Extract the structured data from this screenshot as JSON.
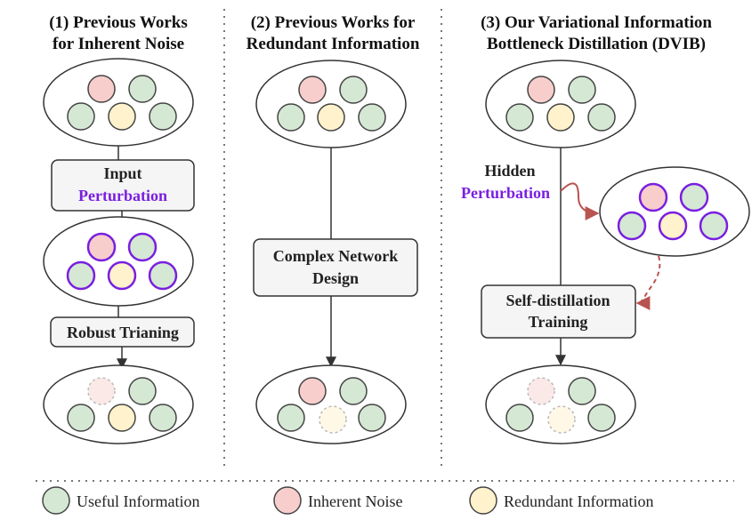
{
  "colors": {
    "useful": "#d5e8d4",
    "noise": "#f8cecc",
    "redundant": "#fff2cc",
    "faded_noise": "#fbe9e8",
    "faded_redundant": "#fff8e6",
    "purple": "#7a1fe0",
    "red_arrow": "#b85450",
    "box_fill": "#f5f5f5",
    "stroke": "#333333"
  },
  "panels": [
    {
      "title_line1": "(1) Previous Works",
      "title_line2": "for Inherent Noise",
      "step1_line1": "Input",
      "step1_line2": "Perturbation",
      "step2": "Robust Trianing"
    },
    {
      "title_line1": "(2) Previous Works for",
      "title_line2": "Redundant Information",
      "step1_line1": "Complex Network",
      "step1_line2": "Design"
    },
    {
      "title_line1": "(3) Our Variational Information",
      "title_line2": "Bottleneck Distillation (DVIB)",
      "hidden_line1": "Hidden",
      "hidden_line2": "Perturbation",
      "step1_line1": "Self-distillation",
      "step1_line2": "Training"
    }
  ],
  "legend": {
    "useful": "Useful Information",
    "noise": "Inherent Noise",
    "redundant": "Redundant Information"
  }
}
